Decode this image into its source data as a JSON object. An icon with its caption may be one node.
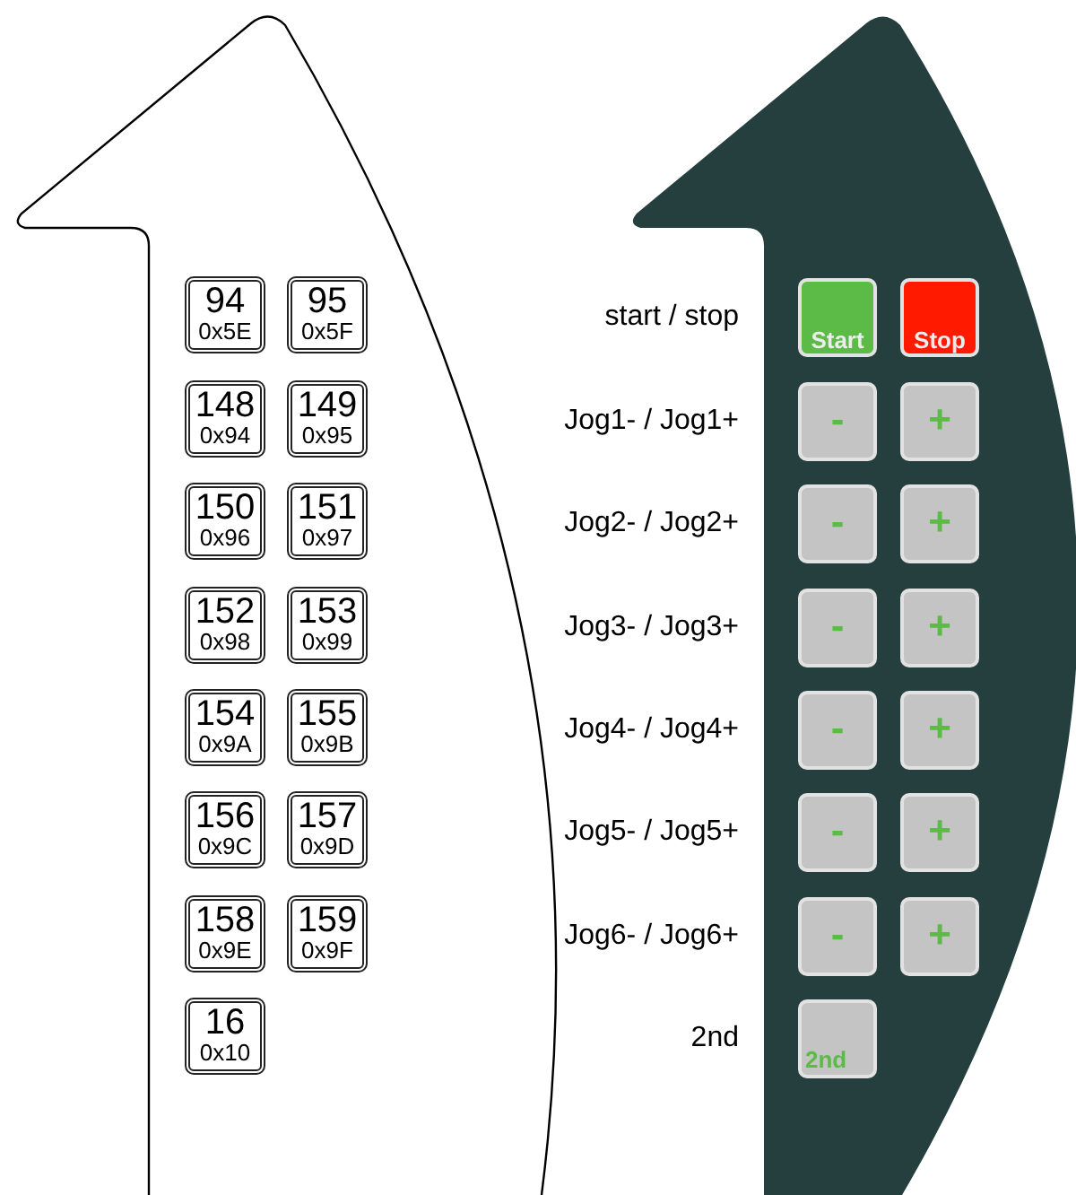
{
  "diagram": {
    "nodes": [
      {
        "text": [
          "94",
          "0x5E"
        ]
      },
      {
        "text": [
          "95",
          "0x5F"
        ]
      },
      {
        "text": [
          "148",
          "0x94"
        ]
      },
      {
        "text": [
          "149",
          "0x95"
        ]
      },
      {
        "text": [
          "150",
          "0x96"
        ]
      },
      {
        "text": [
          "151",
          "0x97"
        ]
      },
      {
        "text": [
          "152",
          "0x98"
        ]
      },
      {
        "text": [
          "153",
          "0x99"
        ]
      },
      {
        "text": [
          "154",
          "0x9A"
        ]
      },
      {
        "text": [
          "155",
          "0x9B"
        ]
      },
      {
        "text": [
          "156",
          "0x9C"
        ]
      },
      {
        "text": [
          "157",
          "0x9D"
        ]
      },
      {
        "text": [
          "158",
          "0x9E"
        ]
      },
      {
        "text": [
          "159",
          "0x9F"
        ]
      },
      {
        "text": [
          "16",
          "0x10"
        ]
      },
      {
        "text": [
          "Start"
        ]
      },
      {
        "text": [
          "Stop"
        ]
      },
      {
        "text": [
          "-"
        ]
      },
      {
        "text": [
          "+"
        ]
      },
      {
        "text": [
          "-"
        ]
      },
      {
        "text": [
          "+"
        ]
      },
      {
        "text": [
          "-"
        ]
      },
      {
        "text": [
          "+"
        ]
      },
      {
        "text": [
          "-"
        ]
      },
      {
        "text": [
          "+"
        ]
      },
      {
        "text": [
          "-"
        ]
      },
      {
        "text": [
          "+"
        ]
      },
      {
        "text": [
          "-"
        ]
      },
      {
        "text": [
          "+"
        ]
      },
      {
        "text": [
          "2nd"
        ]
      }
    ],
    "labels": [
      "start / stop",
      "Jog1- / Jog1+",
      "Jog2- / Jog2+",
      "Jog3- / Jog3+",
      "Jog4- / Jog4+",
      "Jog5- / Jog5+",
      "Jog6- / Jog6+",
      "2nd"
    ]
  }
}
